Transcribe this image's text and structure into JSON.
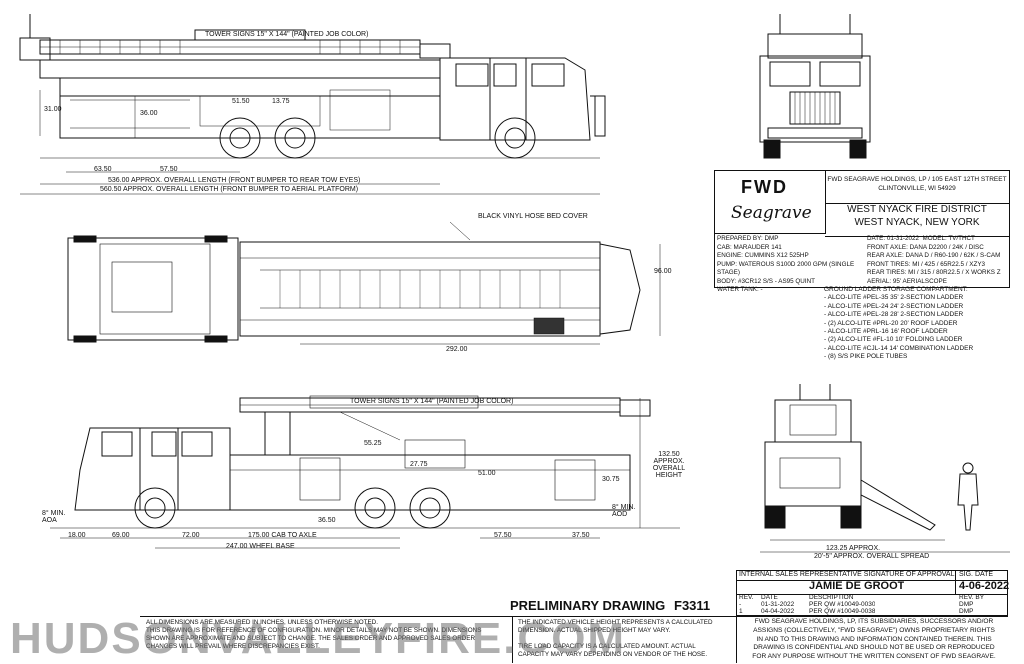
{
  "views": {
    "side_top": {
      "tower_signs": "TOWER SIGNS 15\" X 144\" (PAINTED JOB COLOR)",
      "dims": [
        "31.00",
        "51.50",
        "13.75",
        "36.00",
        "63.50",
        "57.50"
      ],
      "overall_length_bumper_tow": "536.00 APPROX. OVERALL LENGTH (FRONT BUMPER TO REAR TOW EYES)",
      "overall_length_platform": "560.50 APPROX. OVERALL LENGTH (FRONT BUMPER TO AERIAL PLATFORM)"
    },
    "plan": {
      "hose_bed_cover": "BLACK VINYL HOSE BED COVER",
      "width": "96.00",
      "length": "292.00"
    },
    "side_bottom": {
      "tower_signs": "TOWER SIGNS 15\" X 144\" (PAINTED JOB COLOR)",
      "dims": [
        "55.25",
        "27.75",
        "51.00",
        "30.75",
        "36.50",
        "57.50",
        "37.50",
        "18.00",
        "69.00",
        "72.00"
      ],
      "height": "132.50 APPROX. OVERALL HEIGHT",
      "aoa": "8° MIN. AOA",
      "aod": "8° MIN. AOD",
      "cab_to_axle": "175.00 CAB TO AXLE",
      "wheel_base": "247.00 WHEEL BASE"
    },
    "rear": {
      "stabilizer_spread": "123.25 APPROX.",
      "overall_spread": "20'-5\" APPROX. OVERALL SPREAD"
    }
  },
  "title_block": {
    "logo_fwd": "FWD",
    "logo_seagrave": "Seagrave",
    "company_address": [
      "FWD SEAGRAVE HOLDINGS, LP / 105 EAST 12TH STREET",
      "CLINTONVILLE, WI 54929"
    ],
    "customer": [
      "WEST NYACK FIRE DISTRICT",
      "WEST NYACK, NEW YORK"
    ],
    "specs_left": [
      "PREPARED BY:  DMP",
      "CAB:  MARAUDER 141",
      "ENGINE: CUMMINS X12 525HP",
      "PUMP: WATEROUS S100D 2000 GPM (SINGLE STAGE)",
      "BODY: #3CR12 S/S - AS95 QUINT",
      "WATER TANK:  -"
    ],
    "specs_right": [
      "DATE:  01-31-2022",
      "FRONT AXLE:  DANA D2200 / 24K / DISC",
      "REAR AXLE:  DANA D / R60-190 / 62K / S-CAM",
      "FRONT TIRES:  MI / 425 / 65R22.5 / XZY3",
      "REAR TIRES:  MI / 315 / 80R22.5 / X WORKS Z",
      "AERIAL:  95' AERIALSCOPE"
    ],
    "model": "MODEL:  TV/THCT"
  },
  "ladders": {
    "heading": "GROUND LADDER STORAGE COMPARTMENT:",
    "items": [
      "- ALCO-LITE #PEL-35 35' 2-SECTION LADDER",
      "- ALCO-LITE #PEL-24 24' 2-SECTION LADDER",
      "- ALCO-LITE #PEL-28 28' 2-SECTION LADDER",
      "- (2) ALCO-LITE #PRL-20 20' ROOF LADDER",
      "- ALCO-LITE #PRL-16 16' ROOF LADDER",
      "- (2) ALCO-LITE #FL-10 10' FOLDING LADDER",
      "- ALCO-LITE #CJL-14 14' COMBINATION LADDER",
      "- (8) S/S PIKE POLE TUBES"
    ]
  },
  "approval": {
    "header": "INTERNAL SALES REPRESENTATIVE SIGNATURE OF APPROVAL",
    "sig_date_header": "SIG. DATE",
    "signer": "JAMIE DE GROOT",
    "sig_date": "4-06-2022",
    "rev_headers": [
      "REV.",
      "DATE",
      "DESCRIPTION",
      "REV. BY"
    ],
    "revisions": [
      [
        "-",
        "01-31-2022",
        "PER QW #10049-0030",
        "DMP"
      ],
      [
        "1",
        "04-04-2022",
        "PER QW #10049-0038",
        "DMP"
      ]
    ]
  },
  "preliminary": "PRELIMINARY DRAWING",
  "drawing_no": "F3311",
  "notes": {
    "left": [
      "ALL DIMENSIONS ARE MEASURED IN INCHES, UNLESS OTHERWISE NOTED.",
      "THIS DRAWING IS FOR REFERENCE OF CONFIGURATION. MINOR DETAILS MAY NOT BE SHOWN. DIMENSIONS",
      "SHOWN ARE APPROXIMATE AND SUBJECT TO CHANGE. THE SALES ORDER AND APPROVED SALES ORDER",
      "CHANGES WILL PREVAIL WHERE DISCREPANCIES EXIST."
    ],
    "middle": [
      "THE INDICATED VEHICLE HEIGHT REPRESENTS A CALCULATED",
      "DIMENSION.  ACTUAL SHIPPED HEIGHT MAY VARY.",
      "",
      "TIRE LOAD CAPACITY IS A CALCULATED AMOUNT.  ACTUAL",
      "CAPACITY MAY VARY DEPENDING ON  VENDOR OF THE HOSE."
    ],
    "right": [
      "FWD SEAGRAVE HOLDINGS, LP, ITS SUBSIDIARIES, SUCCESSORS AND/OR",
      "ASSIGNS (COLLECTIVELY, \"FWD SEAGRAVE\") OWNS PROPRIETARY RIGHTS",
      "IN AND TO THIS DRAWING AND INFORMATION CONTAINED THEREIN. THIS",
      "DRAWING IS CONFIDENTIAL AND SHOULD NOT BE USED OR REPRODUCED",
      "FOR ANY PURPOSE WITHOUT THE WRITTEN CONSENT OF  FWD SEAGRAVE."
    ]
  },
  "watermark": "HUDSONVALLEYFIRE.COM"
}
